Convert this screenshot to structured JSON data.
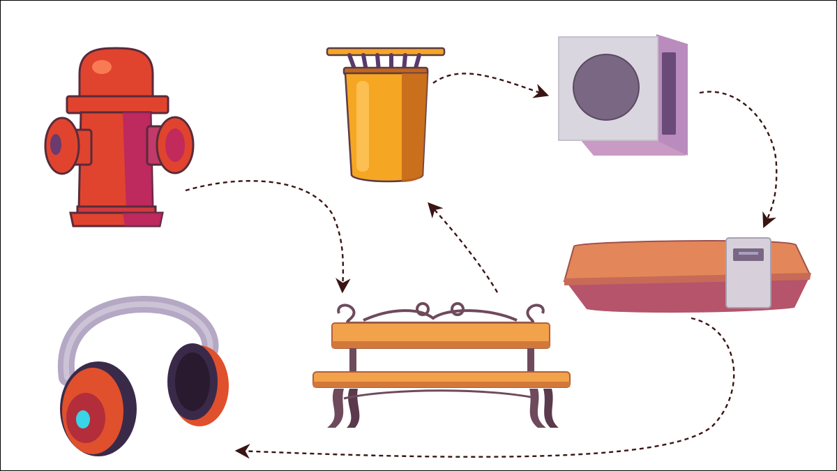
{
  "diagram": {
    "type": "flow-cycle",
    "nodes": [
      {
        "id": "hydrant",
        "icon": "fire-hydrant-icon"
      },
      {
        "id": "bench",
        "icon": "bench-icon"
      },
      {
        "id": "trash-bin",
        "icon": "trash-bin-icon"
      },
      {
        "id": "ac-unit",
        "icon": "air-conditioner-icon"
      },
      {
        "id": "food-box",
        "icon": "food-container-icon"
      },
      {
        "id": "headphones",
        "icon": "headphones-icon"
      }
    ],
    "edges": [
      {
        "from": "hydrant",
        "to": "bench"
      },
      {
        "from": "bench",
        "to": "trash-bin"
      },
      {
        "from": "trash-bin",
        "to": "ac-unit"
      },
      {
        "from": "ac-unit",
        "to": "food-box"
      },
      {
        "from": "food-box",
        "to": "headphones"
      }
    ],
    "edge_style": "dashed",
    "colors": {
      "edge": "#3b1414",
      "hydrant_main": "#e0442e",
      "hydrant_shade": "#b3206f",
      "bin_main": "#f5a623",
      "bin_shade": "#c2661c",
      "ac_body": "#dad6e0",
      "ac_shade": "#c99ac4",
      "ac_speaker": "#7a6784",
      "box_main": "#e3875a",
      "box_shade": "#b5546a",
      "bench_wood": "#f2a24a",
      "bench_metal": "#6e4a5c",
      "headphone_band": "#b4a8c4",
      "headphone_cup": "#e0502c",
      "headphone_ring": "#3a2a4a",
      "headphone_dot": "#39d4e6"
    }
  }
}
